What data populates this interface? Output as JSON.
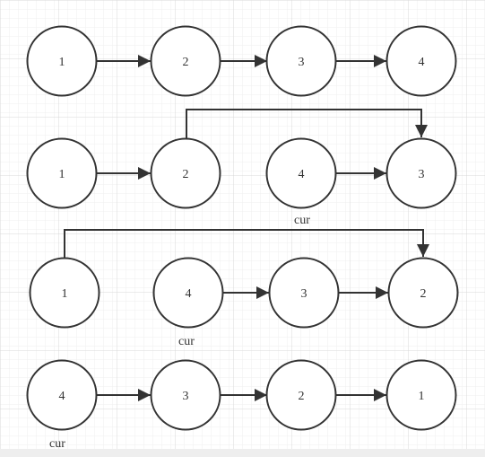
{
  "colors": {
    "stroke": "#333333",
    "background": "#ffffff",
    "grid_major": "#d9d9d9",
    "grid_minor": "#efefef",
    "footer": "#eeeeee"
  },
  "diagram": {
    "rows": [
      {
        "nodes": [
          "1",
          "2",
          "3",
          "4"
        ],
        "cur_label": ""
      },
      {
        "nodes": [
          "1",
          "2",
          "4",
          "3"
        ],
        "cur_label": "cur"
      },
      {
        "nodes": [
          "1",
          "4",
          "3",
          "2"
        ],
        "cur_label": "cur"
      },
      {
        "nodes": [
          "4",
          "3",
          "2",
          "1"
        ],
        "cur_label": "cur"
      }
    ]
  }
}
